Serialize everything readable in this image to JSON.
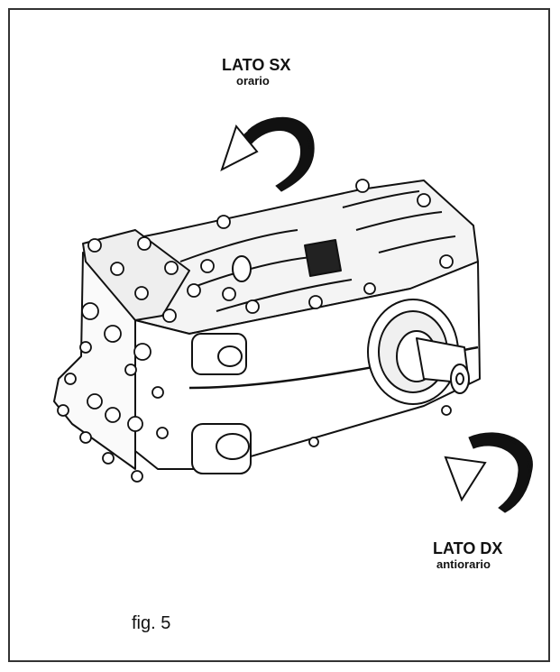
{
  "labels": {
    "left_side_title": "LATO SX",
    "left_side_rotation": "orario",
    "right_side_title": "LATO DX",
    "right_side_rotation": "antiorario"
  },
  "caption": "fig. 5",
  "colors": {
    "line": "#111111",
    "fill": "#ffffff",
    "shade": "#d9d9d9"
  }
}
